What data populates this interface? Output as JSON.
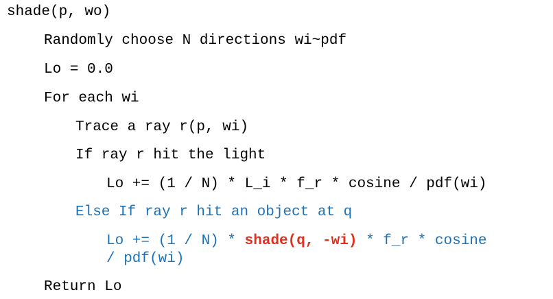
{
  "code": {
    "signature": "shade(p, wo)",
    "choose": "Randomly choose N directions wi~pdf",
    "init": "Lo = 0.0",
    "loop": "For each wi",
    "trace": "Trace a ray r(p, wi)",
    "if_light": "If ray r hit the light",
    "light_contrib": "Lo += (1 / N) * L_i * f_r * cosine / pdf(wi)",
    "else_if_object": "Else If ray r hit an object at q",
    "indirect_prefix": "Lo += (1 / N) * ",
    "indirect_recursive": "shade(q, -wi)",
    "indirect_suffix": " * f_r * cosine",
    "indirect_cont": "/ pdf(wi)",
    "return": "Return Lo"
  },
  "colors": {
    "default": "#000000",
    "else_branch": "#1a73b8",
    "recursive_call": "#e0301e"
  }
}
